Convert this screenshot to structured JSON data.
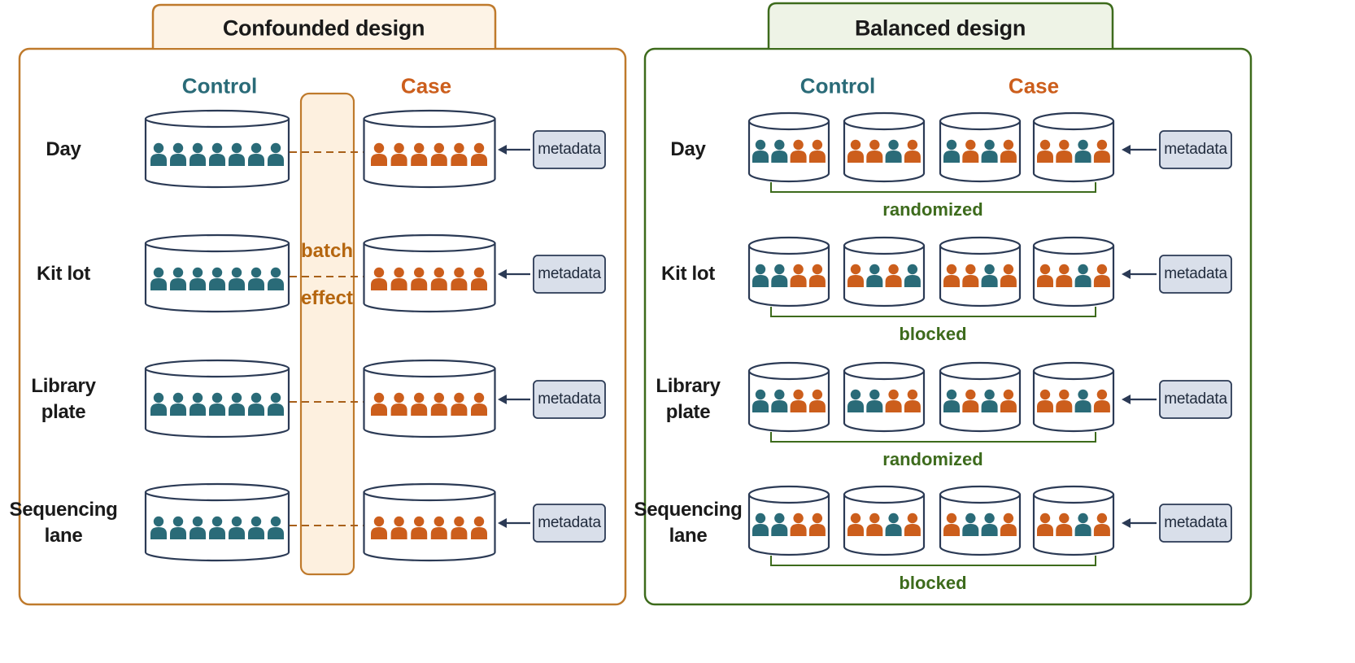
{
  "colors": {
    "control": "#2a6b78",
    "case": "#cc5e1c",
    "confounded_border": "#bf7a2c",
    "confounded_tab_fill": "#fdf3e6",
    "balanced_border": "#3d6b1c",
    "balanced_tab_fill": "#eef3e6",
    "batch_fill": "#fdf0df",
    "metadata_fill": "#d9dfea",
    "cylinder_stroke": "#2b3a55"
  },
  "confounded": {
    "title": "Confounded design",
    "control_header": "Control",
    "case_header": "Case",
    "batch_label_line1": "batch",
    "batch_label_line2": "effect",
    "rows": [
      {
        "label": "Day",
        "control_count": 7,
        "case_count": 6,
        "metadata": "metadata"
      },
      {
        "label": "Kit lot",
        "control_count": 7,
        "case_count": 6,
        "metadata": "metadata"
      },
      {
        "label": "Library\nplate",
        "control_count": 7,
        "case_count": 6,
        "metadata": "metadata"
      },
      {
        "label": "Sequencing\nlane",
        "control_count": 7,
        "case_count": 6,
        "metadata": "metadata"
      }
    ]
  },
  "balanced": {
    "title": "Balanced design",
    "control_header": "Control",
    "case_header": "Case",
    "rows": [
      {
        "label": "Day",
        "note": "randomized",
        "metadata": "metadata",
        "groups": [
          [
            "control",
            "control",
            "case",
            "case"
          ],
          [
            "case",
            "case",
            "control",
            "case"
          ],
          [
            "control",
            "case",
            "control",
            "case"
          ],
          [
            "case",
            "case",
            "control",
            "case"
          ]
        ]
      },
      {
        "label": "Kit lot",
        "note": "blocked",
        "metadata": "metadata",
        "groups": [
          [
            "control",
            "control",
            "case",
            "case"
          ],
          [
            "case",
            "control",
            "case",
            "control"
          ],
          [
            "case",
            "case",
            "control",
            "case"
          ],
          [
            "case",
            "case",
            "control",
            "case"
          ]
        ]
      },
      {
        "label": "Library\nplate",
        "note": "randomized",
        "metadata": "metadata",
        "groups": [
          [
            "control",
            "control",
            "case",
            "case"
          ],
          [
            "control",
            "control",
            "case",
            "case"
          ],
          [
            "control",
            "case",
            "control",
            "case"
          ],
          [
            "case",
            "case",
            "control",
            "case"
          ]
        ]
      },
      {
        "label": "Sequencing\nlane",
        "note": "blocked",
        "metadata": "metadata",
        "groups": [
          [
            "control",
            "control",
            "case",
            "case"
          ],
          [
            "case",
            "case",
            "control",
            "case"
          ],
          [
            "case",
            "control",
            "control",
            "case"
          ],
          [
            "case",
            "case",
            "control",
            "case"
          ]
        ]
      }
    ]
  }
}
